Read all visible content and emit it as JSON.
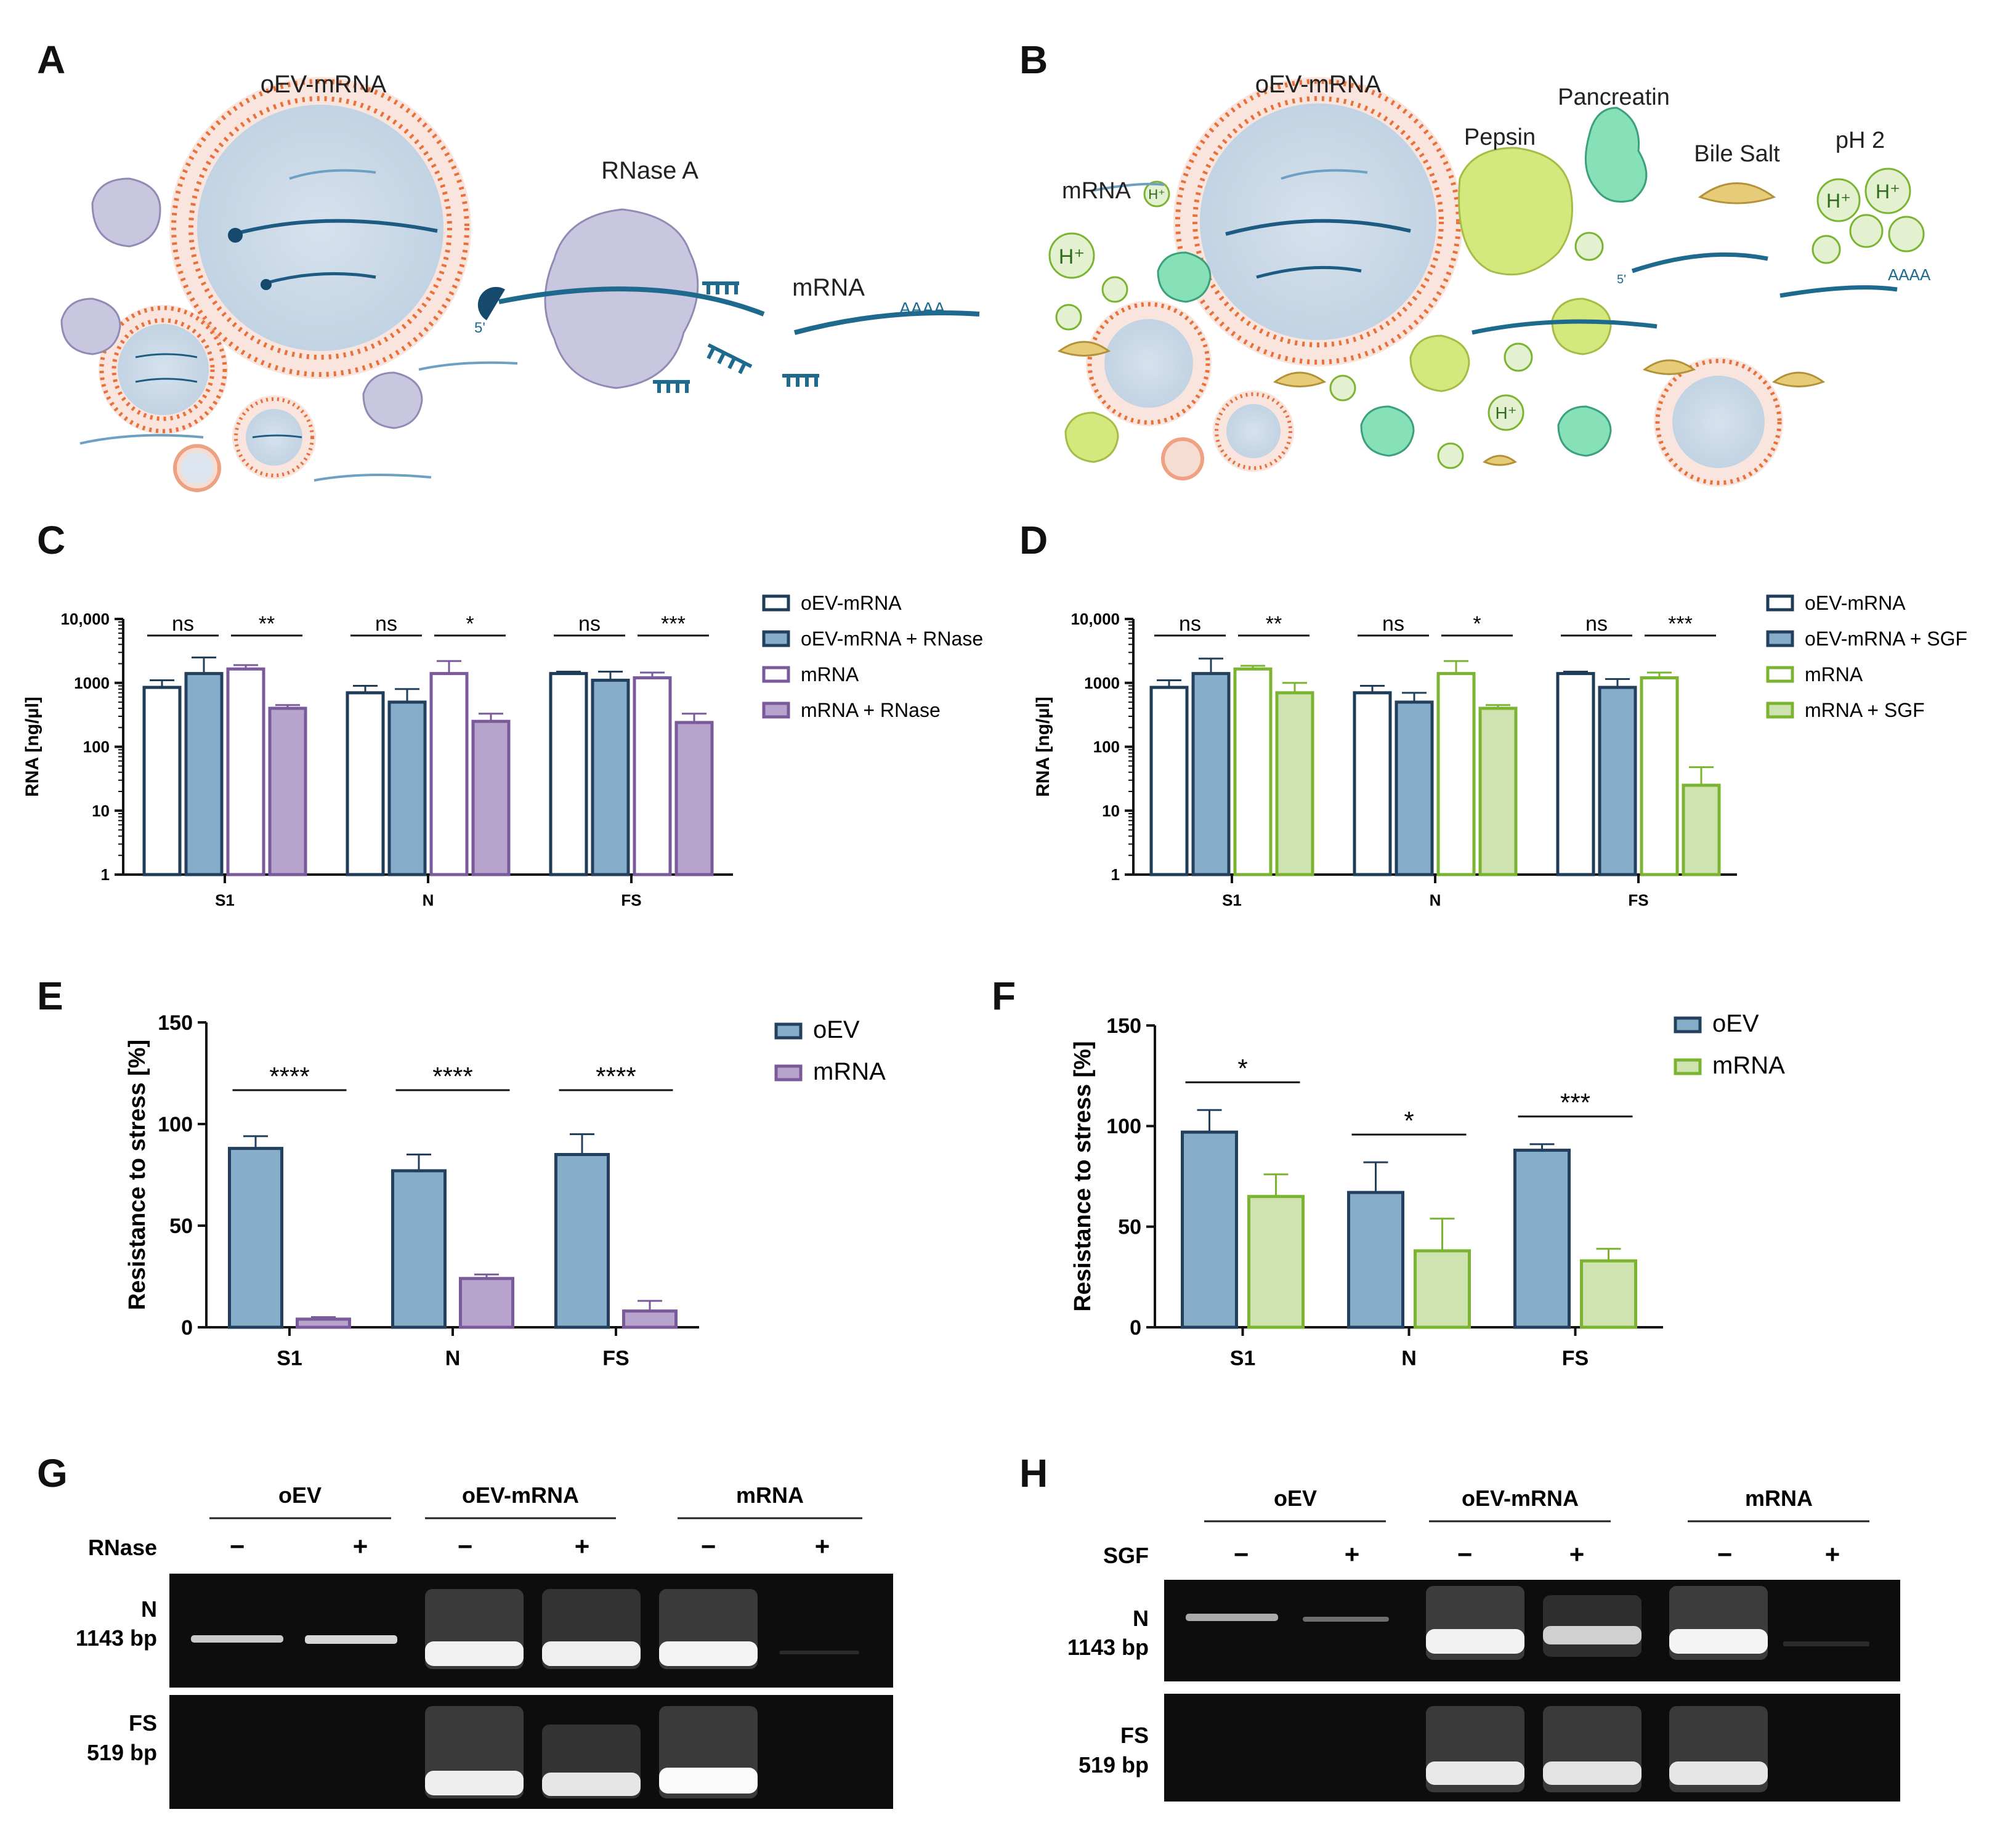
{
  "panels": {
    "A": "A",
    "B": "B",
    "C": "C",
    "D": "D",
    "E": "E",
    "F": "F",
    "G": "G",
    "H": "H"
  },
  "schematic_a": {
    "oev_label": "oEV-mRNA",
    "rnase_label": "RNase A",
    "mrna_label": "mRNA",
    "poly_a": "AAAA",
    "five_prime": "5'"
  },
  "schematic_b": {
    "oev_label": "oEV-mRNA",
    "mrna_label": "mRNA",
    "pepsin_label": "Pepsin",
    "pancreatin_label": "Pancreatin",
    "bile_label": "Bile Salt",
    "ph_label": "pH 2",
    "proton": "H⁺",
    "poly_a": "AAAA",
    "five_prime": "5'"
  },
  "colors": {
    "blue_fill": "#86aecb",
    "blue_edge": "#23415e",
    "purple_fill": "#b7a4cc",
    "purple_edge": "#7a5a9b",
    "green_fill": "#cfe3b0",
    "green_edge": "#7bb431",
    "navy_edge": "#1f3d58"
  },
  "chart_data": [
    {
      "panel": "C",
      "type": "bar",
      "scale": "log",
      "ylabel": "RNA [ng/µl]",
      "yticks": [
        "1",
        "10",
        "100",
        "1000",
        "10,000"
      ],
      "ylim": [
        1,
        10000
      ],
      "categories": [
        "S1",
        "N",
        "FS"
      ],
      "series": [
        {
          "name": "oEV-mRNA",
          "style": "open-blue",
          "values": [
            850,
            700,
            1400
          ],
          "errors": [
            1100,
            900,
            1500
          ]
        },
        {
          "name": "oEV-mRNA + RNase",
          "style": "filled-blue",
          "values": [
            1400,
            500,
            1100
          ],
          "errors": [
            2500,
            800,
            1500
          ]
        },
        {
          "name": "mRNA",
          "style": "open-purple",
          "values": [
            1650,
            1400,
            1200
          ],
          "errors": [
            1900,
            2200,
            1450
          ]
        },
        {
          "name": "mRNA + RNase",
          "style": "filled-purple",
          "values": [
            400,
            250,
            240
          ],
          "errors": [
            450,
            330,
            330
          ]
        }
      ],
      "significance": [
        {
          "label": "ns",
          "group": 0,
          "pair": [
            0,
            1
          ]
        },
        {
          "label": "**",
          "group": 0,
          "pair": [
            2,
            3
          ]
        },
        {
          "label": "ns",
          "group": 1,
          "pair": [
            0,
            1
          ]
        },
        {
          "label": "*",
          "group": 1,
          "pair": [
            2,
            3
          ]
        },
        {
          "label": "ns",
          "group": 2,
          "pair": [
            0,
            1
          ]
        },
        {
          "label": "***",
          "group": 2,
          "pair": [
            2,
            3
          ]
        }
      ]
    },
    {
      "panel": "D",
      "type": "bar",
      "scale": "log",
      "ylabel": "RNA [ng/µl]",
      "yticks": [
        "1",
        "10",
        "100",
        "1000",
        "10,000"
      ],
      "ylim": [
        1,
        10000
      ],
      "categories": [
        "S1",
        "N",
        "FS"
      ],
      "series": [
        {
          "name": "oEV-mRNA",
          "style": "open-blue",
          "values": [
            850,
            700,
            1400
          ],
          "errors": [
            1100,
            900,
            1500
          ]
        },
        {
          "name": "oEV-mRNA + SGF",
          "style": "filled-blue",
          "values": [
            1400,
            500,
            850
          ],
          "errors": [
            2400,
            700,
            1150
          ]
        },
        {
          "name": "mRNA",
          "style": "open-green",
          "values": [
            1650,
            1400,
            1200
          ],
          "errors": [
            1850,
            2200,
            1450
          ]
        },
        {
          "name": "mRNA + SGF",
          "style": "filled-green",
          "values": [
            700,
            400,
            25
          ],
          "errors": [
            1000,
            450,
            48
          ]
        }
      ],
      "significance": [
        {
          "label": "ns",
          "group": 0,
          "pair": [
            0,
            1
          ]
        },
        {
          "label": "**",
          "group": 0,
          "pair": [
            2,
            3
          ]
        },
        {
          "label": "ns",
          "group": 1,
          "pair": [
            0,
            1
          ]
        },
        {
          "label": "*",
          "group": 1,
          "pair": [
            2,
            3
          ]
        },
        {
          "label": "ns",
          "group": 2,
          "pair": [
            0,
            1
          ]
        },
        {
          "label": "***",
          "group": 2,
          "pair": [
            2,
            3
          ]
        }
      ]
    },
    {
      "panel": "E",
      "type": "bar",
      "scale": "linear",
      "ylabel": "Resistance to stress [%]",
      "yticks": [
        "0",
        "50",
        "100",
        "150"
      ],
      "ylim": [
        0,
        150
      ],
      "categories": [
        "S1",
        "N",
        "FS"
      ],
      "series": [
        {
          "name": "oEV",
          "style": "filled-blue",
          "values": [
            88,
            77,
            85
          ],
          "errors": [
            94,
            85,
            95
          ]
        },
        {
          "name": "mRNA",
          "style": "filled-purple",
          "values": [
            4,
            24,
            8
          ],
          "errors": [
            5,
            26,
            13
          ]
        }
      ],
      "significance": [
        {
          "label": "****",
          "group": 0,
          "pair": [
            0,
            1
          ]
        },
        {
          "label": "****",
          "group": 1,
          "pair": [
            0,
            1
          ]
        },
        {
          "label": "****",
          "group": 2,
          "pair": [
            0,
            1
          ]
        }
      ]
    },
    {
      "panel": "F",
      "type": "bar",
      "scale": "linear",
      "ylabel": "Resistance to stress [%]",
      "yticks": [
        "0",
        "50",
        "100",
        "150"
      ],
      "ylim": [
        0,
        150
      ],
      "categories": [
        "S1",
        "N",
        "FS"
      ],
      "series": [
        {
          "name": "oEV",
          "style": "filled-blue",
          "values": [
            97,
            67,
            88
          ],
          "errors": [
            108,
            82,
            91
          ]
        },
        {
          "name": "mRNA",
          "style": "filled-green",
          "values": [
            65,
            38,
            33
          ],
          "errors": [
            76,
            54,
            39
          ]
        }
      ],
      "significance": [
        {
          "label": "*",
          "group": 0,
          "pair": [
            0,
            1
          ]
        },
        {
          "label": "*",
          "group": 1,
          "pair": [
            0,
            1
          ]
        },
        {
          "label": "***",
          "group": 2,
          "pair": [
            0,
            1
          ]
        }
      ]
    }
  ],
  "gel_g": {
    "treatment_label": "RNase",
    "groups": [
      "oEV",
      "oEV-mRNA",
      "mRNA"
    ],
    "signs": [
      "−",
      "+",
      "−",
      "+",
      "−",
      "+"
    ],
    "row1_label1": "N",
    "row1_label2": "1143 bp",
    "row2_label1": "FS",
    "row2_label2": "519 bp"
  },
  "gel_h": {
    "treatment_label": "SGF",
    "groups": [
      "oEV",
      "oEV-mRNA",
      "mRNA"
    ],
    "signs": [
      "−",
      "+",
      "−",
      "+",
      "−",
      "+"
    ],
    "row1_label1": "N",
    "row1_label2": "1143 bp",
    "row2_label1": "FS",
    "row2_label2": "519 bp"
  }
}
